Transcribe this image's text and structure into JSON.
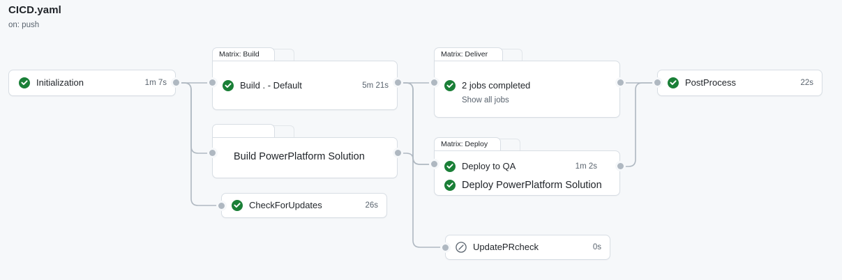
{
  "header": {
    "title": "CICD.yaml",
    "trigger": "on: push"
  },
  "icons": {
    "success": "check-circle-icon",
    "skipped": "skipped-circle-icon"
  },
  "colors": {
    "canvas_background": "#f6f8fa",
    "node_background": "#ffffff",
    "node_border": "#d8dee4",
    "success_green": "#1a7f37",
    "skipped_grey": "#59636e",
    "edge_stroke": "#afb8c1",
    "port_fill": "#afb8c1",
    "text_primary": "#1f2328",
    "text_muted": "#59636e"
  },
  "nodes": {
    "initialization": {
      "label": "Initialization",
      "duration": "1m 7s",
      "status": "success"
    },
    "build_default": {
      "label": "Build . - Default",
      "duration": "5m 21s",
      "status": "success"
    },
    "build_powerplatform": {
      "label": "Build PowerPlatform Solution",
      "duration": "",
      "status": "none"
    },
    "check_for_updates": {
      "label": "CheckForUpdates",
      "duration": "26s",
      "status": "success"
    },
    "deliver_jobs": {
      "label": "2 jobs completed",
      "duration": "",
      "status": "success",
      "sub_link": "Show all jobs"
    },
    "deploy_qa": {
      "label": "Deploy to QA",
      "duration": "1m 2s",
      "status": "success"
    },
    "deploy_powerplatform": {
      "label": "Deploy PowerPlatform Solution",
      "duration": "",
      "status": "success"
    },
    "update_pr_check": {
      "label": "UpdatePRcheck",
      "duration": "0s",
      "status": "skipped"
    },
    "post_process": {
      "label": "PostProcess",
      "duration": "22s",
      "status": "success"
    }
  },
  "groups": {
    "matrix_build": {
      "tab_label": "Matrix: Build"
    },
    "matrix_build_second": {
      "tab_label": ""
    },
    "matrix_deliver": {
      "tab_label": "Matrix: Deliver"
    },
    "matrix_deploy": {
      "tab_label": "Matrix: Deploy"
    }
  }
}
